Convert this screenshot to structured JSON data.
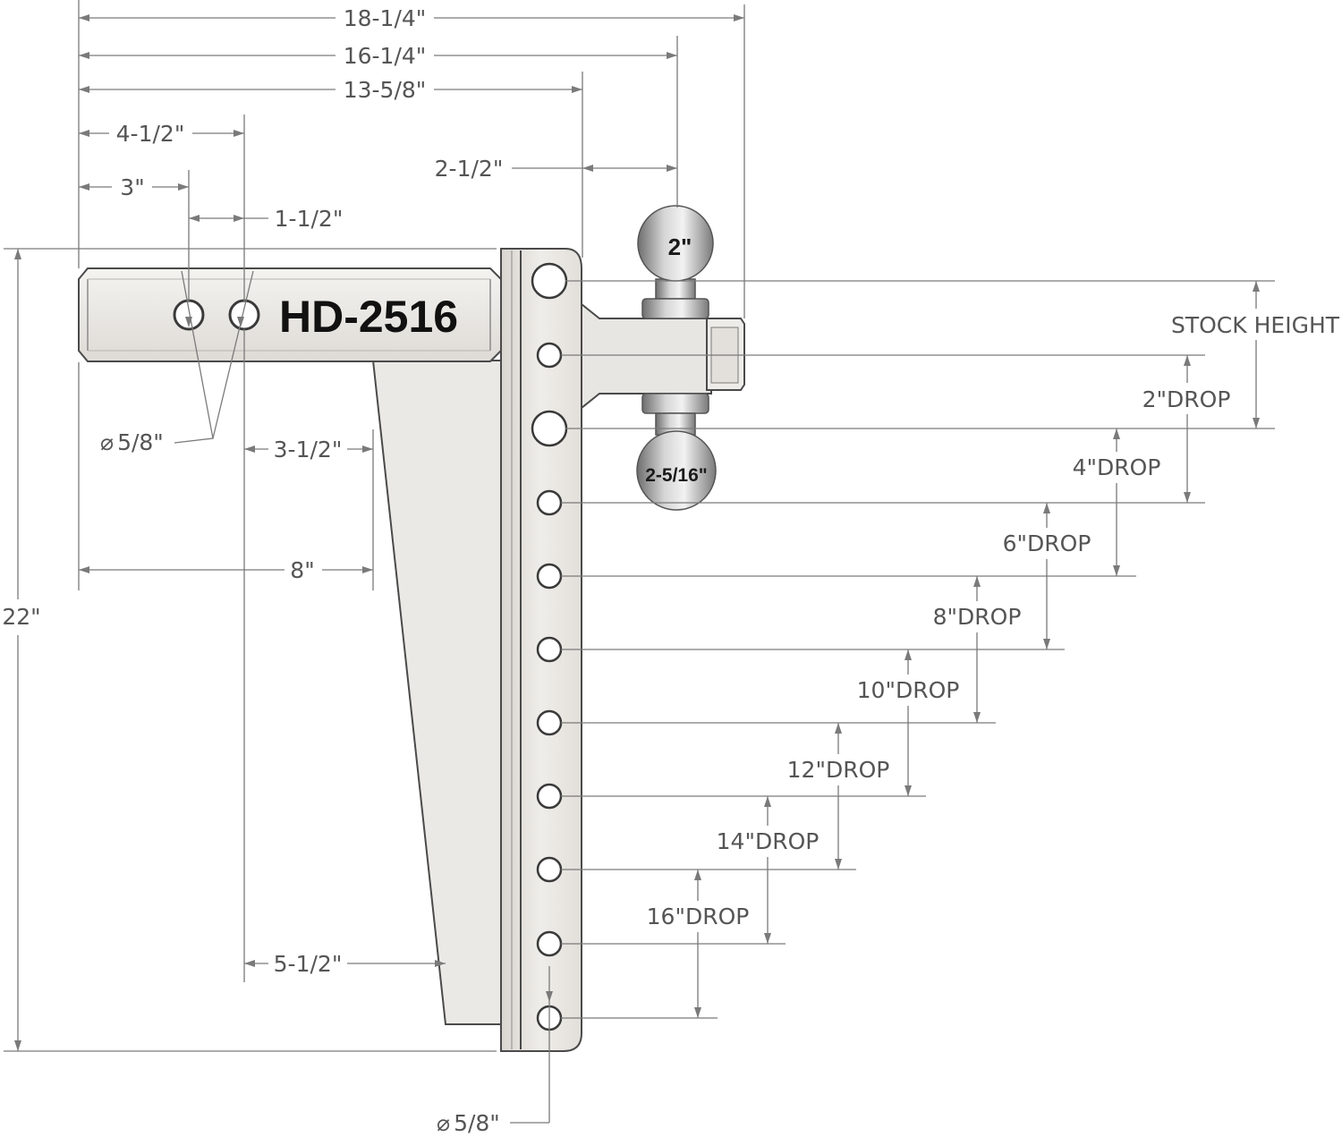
{
  "model_label": "HD-2516",
  "balls": {
    "top": "2\"",
    "bottom": "2-5/16\""
  },
  "dimensions": {
    "overall_length": "18-1/4\"",
    "ball_center_length": "16-1/4\"",
    "shank_to_riser": "13-5/8\"",
    "ball_offset": "2-1/2\"",
    "pin_hole_2": "4-1/2\"",
    "pin_hole_1": "3\"",
    "hole_spacing": "1-1/2\"",
    "shank_hole_diameter": "5/8\"",
    "gusset_top": "3-1/2\"",
    "shank_length": "8\"",
    "gusset_bottom": "5-1/2\"",
    "overall_height": "22\"",
    "riser_hole_diameter": "5/8\"",
    "diameter_symbol": "⌀"
  },
  "drops": [
    "STOCK HEIGHT",
    "2\"DROP",
    "4\"DROP",
    "6\"DROP",
    "8\"DROP",
    "10\"DROP",
    "12\"DROP",
    "14\"DROP",
    "16\"DROP"
  ],
  "colors": {
    "part_fill": "#e9e7e3",
    "part_stroke": "#4a4a4a",
    "dimension_line": "#7a7a7a",
    "dimension_text": "#555555"
  }
}
